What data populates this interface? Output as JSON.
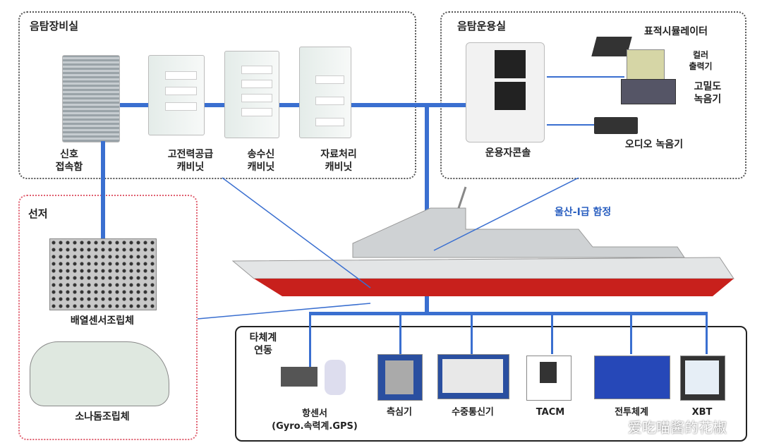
{
  "sonar_equipment_room": {
    "title": "음탐장비실",
    "items": [
      "신호\n접속함",
      "고전력공급\n캐비닛",
      "송수신\n캐비닛",
      "자료처리\n캐비닛"
    ]
  },
  "sonar_operation_room": {
    "title": "음탐운용실",
    "console": "운용자콘솔",
    "target_simulator": "표적시뮬레이터",
    "color_printer": "컬러\n출력기",
    "hd_recorder": "고밀도\n녹음기",
    "audio_recorder": "오디오 녹음기"
  },
  "ship": {
    "label": "울산-I급 함정"
  },
  "hull_bottom": {
    "title": "선저",
    "items": [
      "배열센서조립체",
      "소나돔조립체"
    ]
  },
  "external_systems": {
    "title": "타체계\n연동",
    "items": [
      "항센서\n(Gyro.속력계.GPS)",
      "측심기",
      "수중통신기",
      "TACM",
      "전투체계",
      "XBT"
    ]
  },
  "watermark": "爱吃喵酱的花椒",
  "colors": {
    "link": "#3a6fd0",
    "hull": "#c8201c",
    "ship_label": "#2a5fc0",
    "bottom_box": "#e06070"
  }
}
